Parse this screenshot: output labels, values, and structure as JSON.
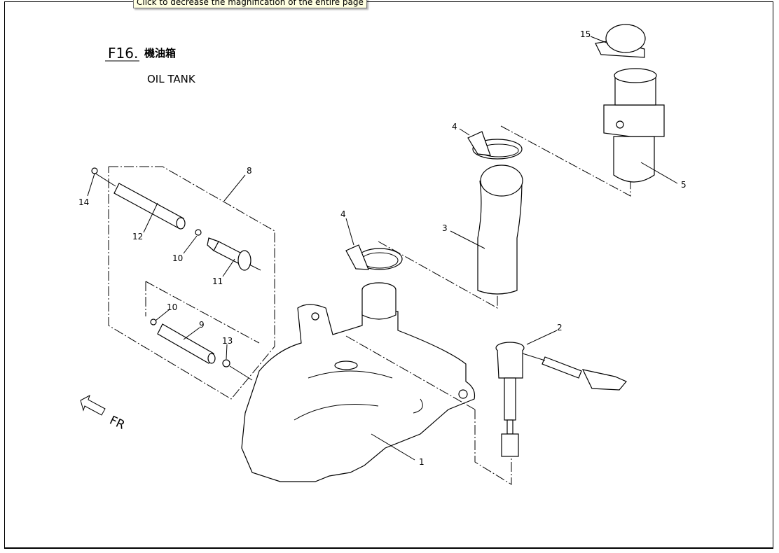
{
  "tooltip": "Click to decrease the magnification of the entire page",
  "diagram": {
    "figure_number": "F16.",
    "title_chinese": "機油箱",
    "title_english": "OIL  TANK",
    "direction_label": "FR",
    "callouts": [
      "1",
      "2",
      "3",
      "4",
      "4",
      "5",
      "8",
      "9",
      "10",
      "10",
      "11",
      "12",
      "13",
      "14",
      "15"
    ]
  }
}
